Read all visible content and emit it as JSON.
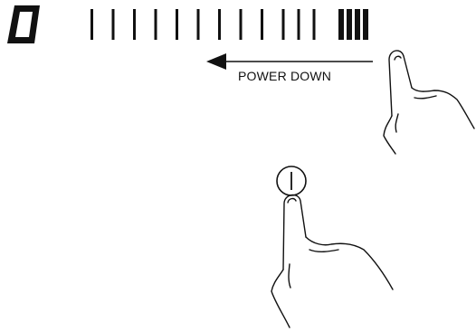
{
  "display": {
    "digit": "0",
    "power_level": {
      "total_segments": 16,
      "thick_segments": 4
    }
  },
  "instruction": {
    "label": "POWER DOWN",
    "direction": "left"
  },
  "power_button": {
    "symbol": "I"
  },
  "icons": {
    "swipe_hand": "pointing-hand-icon",
    "press_hand": "pointing-hand-icon"
  },
  "colors": {
    "ink": "#111111",
    "background": "#ffffff"
  }
}
